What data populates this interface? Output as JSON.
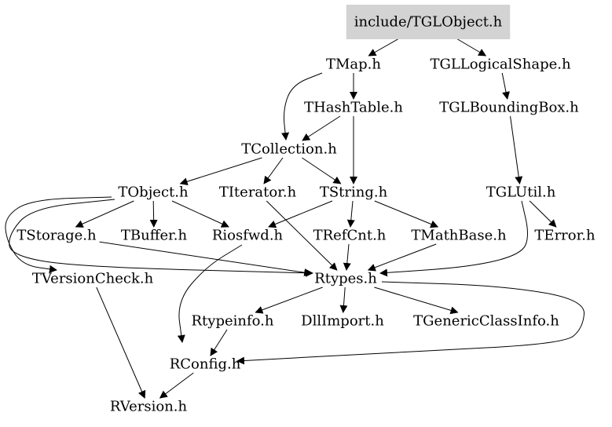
{
  "graph": {
    "root": "include/TGLObject.h",
    "highlight_fill": "#d3d3d3",
    "nodes": [
      {
        "id": "include/TGLObject.h",
        "label": "include/TGLObject.h"
      },
      {
        "id": "TMap.h",
        "label": "TMap.h"
      },
      {
        "id": "TGLLogicalShape.h",
        "label": "TGLLogicalShape.h"
      },
      {
        "id": "THashTable.h",
        "label": "THashTable.h"
      },
      {
        "id": "TGLBoundingBox.h",
        "label": "TGLBoundingBox.h"
      },
      {
        "id": "TCollection.h",
        "label": "TCollection.h"
      },
      {
        "id": "TObject.h",
        "label": "TObject.h"
      },
      {
        "id": "TIterator.h",
        "label": "TIterator.h"
      },
      {
        "id": "TString.h",
        "label": "TString.h"
      },
      {
        "id": "TGLUtil.h",
        "label": "TGLUtil.h"
      },
      {
        "id": "TStorage.h",
        "label": "TStorage.h"
      },
      {
        "id": "TBuffer.h",
        "label": "TBuffer.h"
      },
      {
        "id": "Riosfwd.h",
        "label": "Riosfwd.h"
      },
      {
        "id": "TRefCnt.h",
        "label": "TRefCnt.h"
      },
      {
        "id": "TMathBase.h",
        "label": "TMathBase.h"
      },
      {
        "id": "TError.h",
        "label": "TError.h"
      },
      {
        "id": "TVersionCheck.h",
        "label": "TVersionCheck.h"
      },
      {
        "id": "Rtypes.h",
        "label": "Rtypes.h"
      },
      {
        "id": "Rtypeinfo.h",
        "label": "Rtypeinfo.h"
      },
      {
        "id": "DllImport.h",
        "label": "DllImport.h"
      },
      {
        "id": "TGenericClassInfo.h",
        "label": "TGenericClassInfo.h"
      },
      {
        "id": "RConfig.h",
        "label": "RConfig.h"
      },
      {
        "id": "RVersion.h",
        "label": "RVersion.h"
      }
    ],
    "edges": [
      {
        "from": "include/TGLObject.h",
        "to": "TMap.h"
      },
      {
        "from": "include/TGLObject.h",
        "to": "TGLLogicalShape.h"
      },
      {
        "from": "TMap.h",
        "to": "THashTable.h"
      },
      {
        "from": "TMap.h",
        "to": "TCollection.h"
      },
      {
        "from": "TGLLogicalShape.h",
        "to": "TGLBoundingBox.h"
      },
      {
        "from": "THashTable.h",
        "to": "TCollection.h"
      },
      {
        "from": "THashTable.h",
        "to": "TString.h"
      },
      {
        "from": "TGLBoundingBox.h",
        "to": "TGLUtil.h"
      },
      {
        "from": "TCollection.h",
        "to": "TObject.h"
      },
      {
        "from": "TCollection.h",
        "to": "TIterator.h"
      },
      {
        "from": "TCollection.h",
        "to": "TString.h"
      },
      {
        "from": "TObject.h",
        "to": "TStorage.h"
      },
      {
        "from": "TObject.h",
        "to": "TBuffer.h"
      },
      {
        "from": "TObject.h",
        "to": "Riosfwd.h"
      },
      {
        "from": "TObject.h",
        "to": "TVersionCheck.h"
      },
      {
        "from": "TObject.h",
        "to": "Rtypes.h"
      },
      {
        "from": "TIterator.h",
        "to": "Rtypes.h"
      },
      {
        "from": "TString.h",
        "to": "TRefCnt.h"
      },
      {
        "from": "TString.h",
        "to": "TMathBase.h"
      },
      {
        "from": "TString.h",
        "to": "Riosfwd.h"
      },
      {
        "from": "TGLUtil.h",
        "to": "TError.h"
      },
      {
        "from": "TGLUtil.h",
        "to": "Rtypes.h"
      },
      {
        "from": "TStorage.h",
        "to": "Rtypes.h"
      },
      {
        "from": "TRefCnt.h",
        "to": "Rtypes.h"
      },
      {
        "from": "TMathBase.h",
        "to": "Rtypes.h"
      },
      {
        "from": "Riosfwd.h",
        "to": "RConfig.h"
      },
      {
        "from": "TVersionCheck.h",
        "to": "RVersion.h"
      },
      {
        "from": "Rtypes.h",
        "to": "Rtypeinfo.h"
      },
      {
        "from": "Rtypes.h",
        "to": "DllImport.h"
      },
      {
        "from": "Rtypes.h",
        "to": "TGenericClassInfo.h"
      },
      {
        "from": "Rtypes.h",
        "to": "RConfig.h"
      },
      {
        "from": "Rtypeinfo.h",
        "to": "RConfig.h"
      },
      {
        "from": "RConfig.h",
        "to": "RVersion.h"
      }
    ]
  }
}
